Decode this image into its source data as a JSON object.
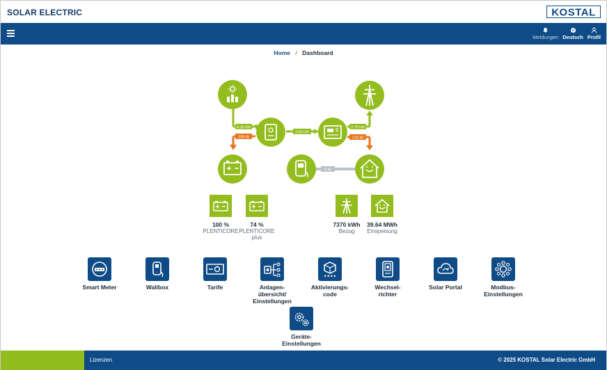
{
  "header": {
    "title": "SOLAR ELECTRIC",
    "logo_text": "KOSTAL"
  },
  "navbar": {
    "menu_icon": "hamburger-icon",
    "actions": [
      {
        "label": "Meldungen",
        "icon": "bell-icon"
      },
      {
        "label": "Deutsch",
        "icon": "globe-icon"
      },
      {
        "label": "Profil",
        "icon": "user-icon"
      }
    ]
  },
  "breadcrumb": {
    "home": "Home",
    "separator": "/",
    "current": "Dashboard"
  },
  "energy_flow": {
    "pv_to_inverter": "4,35 kW",
    "inverter_to_battery": "239 W",
    "inverter_to_meter": "3,93 kW",
    "meter_to_grid": "3,79 kW",
    "meter_to_house": "144 W",
    "wallbox_to_house": "0 W",
    "colors": {
      "green": "#93bd1f",
      "orange": "#e8761e",
      "grey": "#b9c1c8"
    }
  },
  "stats": [
    {
      "value": "100 %",
      "label": "PLENTICORE",
      "icon": "battery-icon"
    },
    {
      "value": "74 %",
      "label": "PLENTICORE plus",
      "icon": "battery-icon"
    },
    {
      "value": "7370 kWh",
      "label": "Bezug",
      "icon": "power-pylon-icon"
    },
    {
      "value": "39.64 MWh",
      "label": "Einspeisung",
      "icon": "house-icon"
    }
  ],
  "tiles": [
    {
      "label": "Smart Meter",
      "icon": "smart-meter-icon"
    },
    {
      "label": "Wallbox",
      "icon": "wallbox-icon"
    },
    {
      "label": "Tarife",
      "icon": "tariff-icon"
    },
    {
      "label": "Anlagen-übersicht/ Einstellungen",
      "icon": "system-overview-icon"
    },
    {
      "label": "Aktivierungs-code",
      "icon": "activation-code-icon"
    },
    {
      "label": "Wechsel-richter",
      "icon": "inverter-icon"
    },
    {
      "label": "Solar Portal",
      "icon": "solar-portal-icon"
    },
    {
      "label": "Modbus-Einstellungen",
      "icon": "modbus-icon"
    },
    {
      "label": "Geräte-Einstellungen",
      "icon": "gear-icon"
    }
  ],
  "footer": {
    "license_link": "Lizenzen",
    "copyright": "© 2025 KOSTAL Solar Electric GmbH"
  },
  "colors": {
    "primary": "#0f4b86",
    "accent": "#93bd1f"
  }
}
